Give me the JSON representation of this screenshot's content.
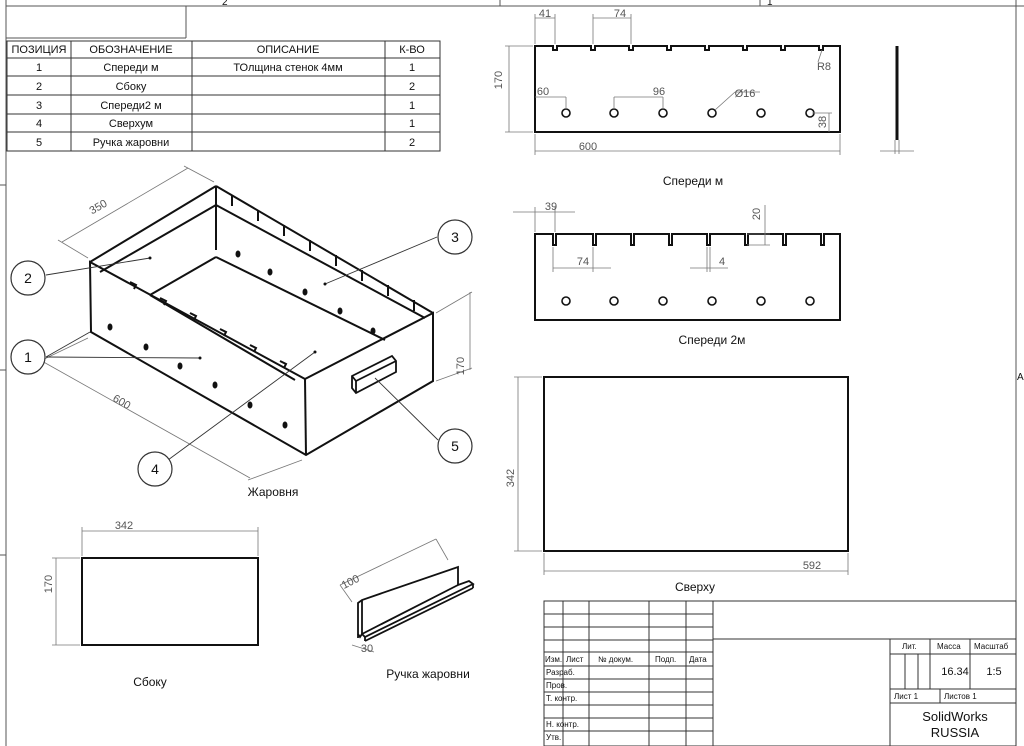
{
  "sheet": {
    "zone_numbers": [
      "2",
      "1"
    ],
    "side_letter": "A"
  },
  "bom": {
    "headers": [
      "ПОЗИЦИЯ",
      "ОБОЗНАЧЕНИЕ",
      "ОПИСАНИЕ",
      "К-ВО"
    ],
    "rows": [
      {
        "pos": "1",
        "name": "Спереди м",
        "desc": "ТОлщина стенок 4мм",
        "qty": "1"
      },
      {
        "pos": "2",
        "name": "Сбоку",
        "desc": "",
        "qty": "2"
      },
      {
        "pos": "3",
        "name": "Спереди2 м",
        "desc": "",
        "qty": "1"
      },
      {
        "pos": "4",
        "name": "Сверхум",
        "desc": "",
        "qty": "1"
      },
      {
        "pos": "5",
        "name": "Ручка жаровни",
        "desc": "",
        "qty": "2"
      }
    ]
  },
  "views": {
    "front_m": {
      "title": "Спереди м",
      "dims": {
        "d41": "41",
        "d74": "74",
        "d170": "170",
        "d60": "60",
        "d96": "96",
        "d16": "Ø16",
        "r8": "R8",
        "d38": "38",
        "d600": "600"
      }
    },
    "front_2m": {
      "title": "Спереди 2м",
      "dims": {
        "d39": "39",
        "d20": "20",
        "d74": "74",
        "d4": "4"
      }
    },
    "top": {
      "title": "Сверху",
      "dims": {
        "d342": "342",
        "d592": "592"
      }
    },
    "side": {
      "title": "Сбоку",
      "dims": {
        "d342": "342",
        "d170": "170"
      }
    },
    "handle": {
      "title": "Ручка жаровни",
      "dims": {
        "d100": "100",
        "d30": "30"
      }
    },
    "iso": {
      "title": "Жаровня",
      "dims": {
        "d350": "350",
        "d600": "600",
        "d170": "170"
      },
      "balloons": [
        "1",
        "2",
        "3",
        "4",
        "5"
      ]
    }
  },
  "title_block": {
    "change_headers": [
      "Изм.",
      "Лист",
      "№ докум.",
      "Подп.",
      "Дата"
    ],
    "roles": [
      "Разраб.",
      "Пров.",
      "Т. контр.",
      "Н. контр.",
      "Утв."
    ],
    "lit_label": "Лит.",
    "mass_label": "Масса",
    "scale_label": "Масштаб",
    "mass_value": "16.34",
    "scale_value": "1:5",
    "sheet_label": "Лист 1",
    "sheets_label": "Листов 1",
    "company_line1": "SolidWorks",
    "company_line2": "RUSSIA"
  }
}
